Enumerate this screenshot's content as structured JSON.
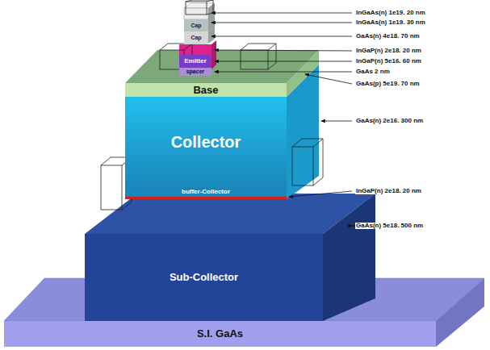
{
  "diagram": {
    "nodes": [
      {
        "text": [
          "Cap"
        ]
      },
      {
        "text": [
          "Cap"
        ]
      },
      {
        "text": [
          "Emitter"
        ]
      },
      {
        "text": [
          "spacer"
        ]
      },
      {
        "text": [
          "Base"
        ]
      },
      {
        "text": [
          "Collector"
        ]
      },
      {
        "text": [
          "buffer-Collector"
        ]
      },
      {
        "text": [
          "Sub-Collector"
        ]
      },
      {
        "text": [
          "S.I. GaAs"
        ]
      }
    ],
    "labels": [
      "InGaAs(n) 1e19. 20 nm",
      "InGaAs(n) 1e19. 30 nm",
      "GaAs(n) 4e18. 70 nm",
      "InGaP(n) 2e18. 20 nm",
      "InGaP(n) 5e16. 60 nm",
      "GaAs 2 nm",
      "GaAs(p) 5e19. 70 nm",
      "GaAs(n) 2e16. 300 nm",
      "InGaP(n) 2e18. 20 nm",
      "GaAs(n) 5e18. 500 nm"
    ]
  }
}
